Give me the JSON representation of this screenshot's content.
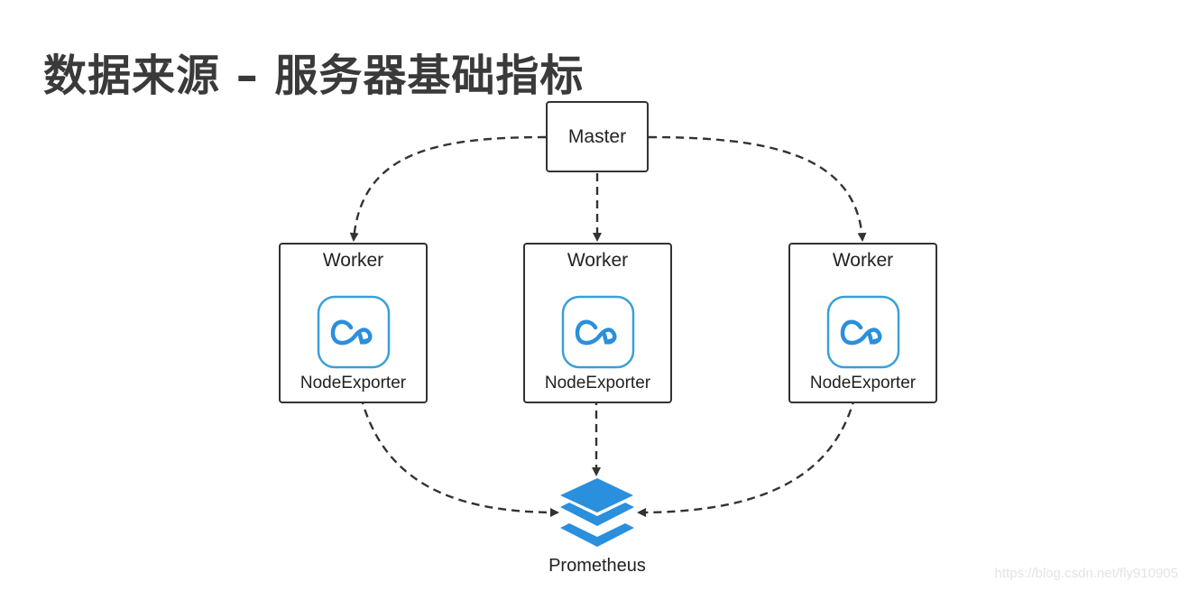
{
  "title": "数据来源 – 服务器基础指标",
  "diagram": {
    "master": {
      "label": "Master"
    },
    "workers": [
      {
        "label": "Worker",
        "exporter_label": "NodeExporter",
        "icon": "node-exporter-icon"
      },
      {
        "label": "Worker",
        "exporter_label": "NodeExporter",
        "icon": "node-exporter-icon"
      },
      {
        "label": "Worker",
        "exporter_label": "NodeExporter",
        "icon": "node-exporter-icon"
      }
    ],
    "prometheus": {
      "label": "Prometheus",
      "icon": "prometheus-stack-icon"
    },
    "edges": [
      {
        "from": "Master",
        "to": "Worker 1",
        "style": "dashed"
      },
      {
        "from": "Master",
        "to": "Worker 2",
        "style": "dashed"
      },
      {
        "from": "Master",
        "to": "Worker 3",
        "style": "dashed"
      },
      {
        "from": "Worker 1",
        "to": "Prometheus",
        "style": "dashed"
      },
      {
        "from": "Worker 2",
        "to": "Prometheus",
        "style": "dashed"
      },
      {
        "from": "Worker 3",
        "to": "Prometheus",
        "style": "dashed"
      }
    ],
    "colors": {
      "accent": "#2a8fdc",
      "icon_stroke": "#3aa0d8",
      "line": "#333333"
    }
  },
  "watermark": "https://blog.csdn.net/fly910905"
}
